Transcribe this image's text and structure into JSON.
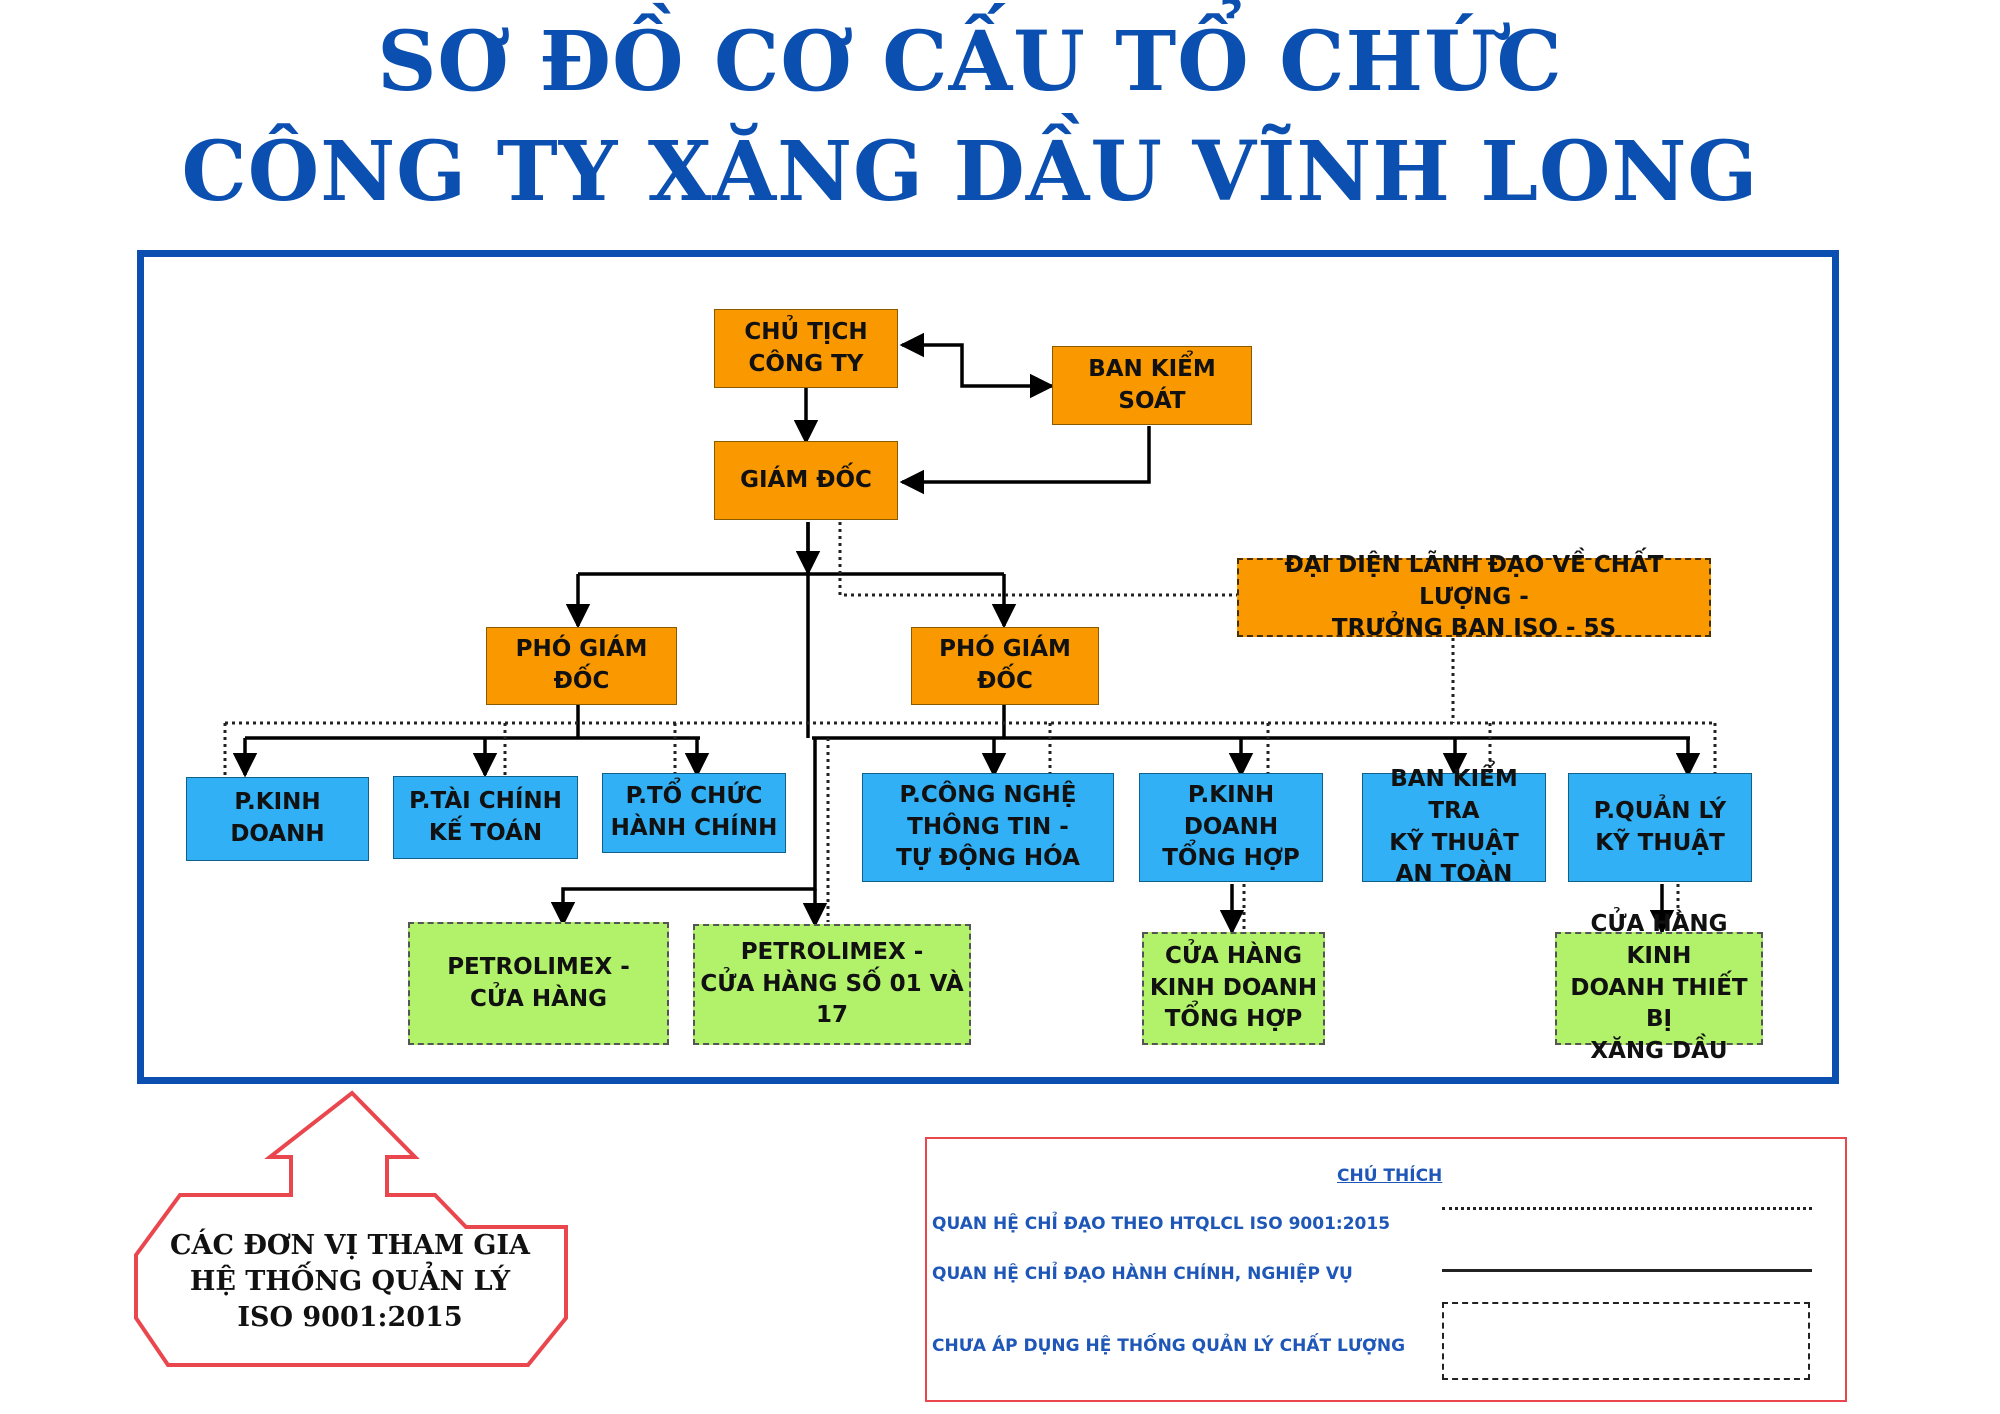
{
  "title": {
    "line1": "SƠ ĐỒ CƠ CẤU TỔ CHỨC",
    "line2": "CÔNG TY XĂNG DẦU VĨNH LONG"
  },
  "chart": {
    "chairman": "CHỦ TỊCH\nCÔNG TY",
    "supervisory_board": "BAN KIỂM SOÁT",
    "director": "GIÁM ĐỐC",
    "quality_rep": "ĐẠI DIỆN LÃNH ĐẠO VỀ CHẤT LƯỢNG -\nTRƯỞNG BAN ISO - 5S",
    "deputy_director_1": "PHÓ GIÁM ĐỐC",
    "deputy_director_2": "PHÓ GIÁM ĐỐC",
    "departments": [
      "P.KINH DOANH",
      "P.TÀI CHÍNH\nKẾ TOÁN",
      "P.TỔ CHỨC\nHÀNH CHÍNH",
      "P.CÔNG NGHỆ\nTHÔNG TIN -\nTỰ ĐỘNG HÓA",
      "P.KINH DOANH\nTỔNG HỢP",
      "BAN KIỂM TRA\nKỸ THUẬT\nAN TOÀN",
      "P.QUẢN LÝ\nKỸ THUẬT"
    ],
    "units": [
      "PETROLIMEX -\nCỬA HÀNG",
      "PETROLIMEX -\nCỬA HÀNG SỐ 01 VÀ 17",
      "CỬA HÀNG\nKINH DOANH\nTỔNG HỢP",
      "CỬA HÀNG KINH\nDOANH THIẾT BỊ\nXĂNG DẦU"
    ]
  },
  "callout": {
    "text": "CÁC ĐƠN VỊ THAM GIA\nHỆ THỐNG QUẢN LÝ\nISO 9001:2015",
    "color": "#e9474d"
  },
  "legend": {
    "title": "CHÚ THÍCH",
    "iso_relation": "QUAN HỆ CHỈ ĐẠO THEO HTQLCL ISO 9001:2015",
    "admin_relation": "QUAN HỆ CHỈ ĐẠO HÀNH CHÍNH, NGHIỆP VỤ",
    "not_applied": "CHƯA ÁP DỤNG HỆ THỐNG QUẢN LÝ CHẤT LƯỢNG"
  },
  "colors": {
    "title_blue": "#0b4fb0",
    "management_orange": "#fa9800",
    "department_blue": "#31b0f6",
    "unit_green": "#b2f16a",
    "legend_border": "#e9474d",
    "legend_text": "#1f57b8"
  }
}
